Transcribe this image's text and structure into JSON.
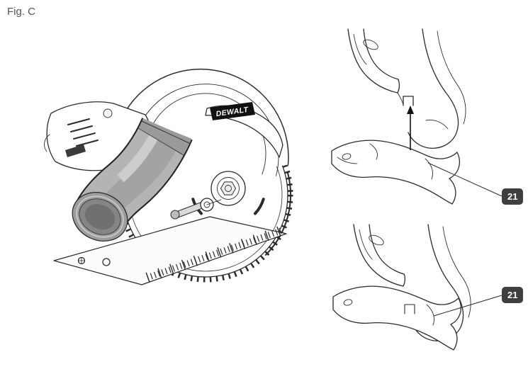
{
  "figure": {
    "label": "Fig. C"
  },
  "illustration": {
    "brand": "DEWALT"
  },
  "callouts": [
    {
      "label": "21",
      "position": "top-right"
    },
    {
      "label": "21",
      "position": "bottom-right"
    }
  ],
  "colors": {
    "background": "#ffffff",
    "line": "#2b2b2b",
    "label_text": "#555555",
    "callout_bg": "#3f3f3f",
    "callout_text": "#ffffff",
    "port_gray": "#b4b4b4",
    "port_dark": "#8a8a8a",
    "badge_bg": "#111111"
  }
}
